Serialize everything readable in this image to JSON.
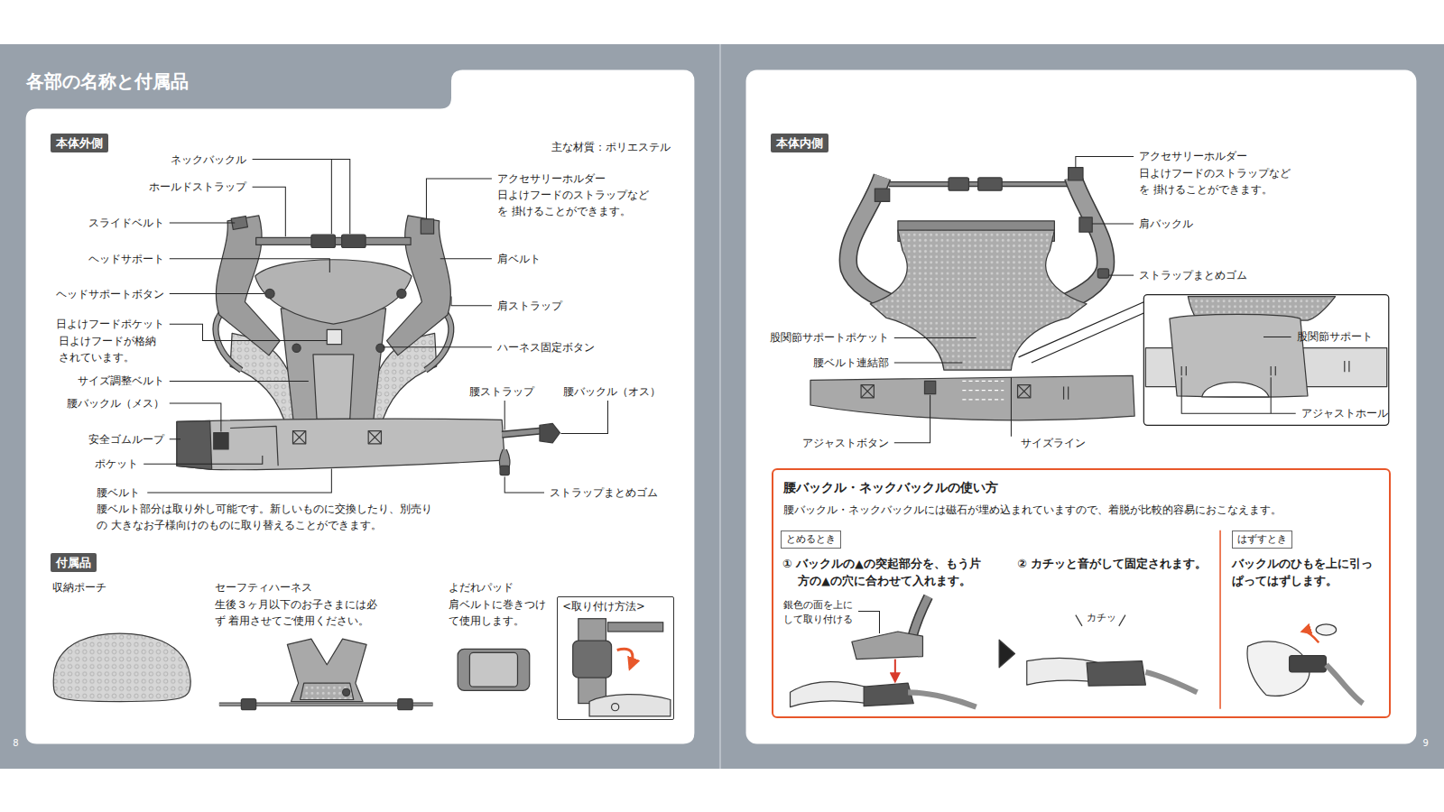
{
  "diagram": {
    "title": "各部の名称と付属品",
    "nodes": [
      {
        "text": [
          "本体外側"
        ]
      },
      {
        "text": [
          "付属品"
        ]
      },
      {
        "text": [
          "<取り付け方法>"
        ]
      },
      {
        "text": [
          "本体内側"
        ]
      },
      {
        "text": [
          "腰バックル・ネックバックルの使い方",
          "腰バックル・ネックバックルには磁石が埋め込まれていますので、着脱が比較的容易におこなえます。"
        ]
      },
      {
        "text": [
          "とめるとき"
        ],
        "in": 4
      },
      {
        "text": [
          "はずすとき"
        ],
        "in": 4
      }
    ],
    "labels": [
      "主な材質：ポリエステル",
      "ネックバックル",
      "ホールドストラップ",
      "スライドベルト",
      "ヘッドサポート",
      "ヘッドサポートボタン",
      "日よけフードポケット",
      "日よけフードが格納 されています。",
      "サイズ調整ベルト",
      "腰バックル（メス）",
      "安全ゴムループ",
      "ポケット",
      "腰ベルト",
      "腰ベルト部分は取り外し可能です。新しいものに交換したり、別売りの 大きなお子様向けのものに取り替えることができます。",
      "アクセサリーホルダー",
      "日よけフードのストラップなどを 掛けることができます。",
      "肩ベルト",
      "肩ストラップ",
      "ハーネス固定ボタン",
      "腰ストラップ",
      "腰バックル（オス）",
      "ストラップまとめゴム",
      "収納ポーチ",
      "セーフティハーネス",
      "生後３ヶ月以下のお子さまには必ず 着用させてご使用ください。",
      "よだれパッド",
      "肩ベルトに巻きつけ て使用します。",
      "8",
      "アクセサリーホルダー",
      "日よけフードのストラップなどを 掛けることができます。",
      "肩バックル",
      "ストラップまとめゴム",
      "股関節サポートポケット",
      "腰ベルト連結部",
      "股関節サポート",
      "アジャストホール",
      "アジャストボタン",
      "サイズライン",
      "① バックルの▲の突起部分を、もう片 方の▲の穴に合わせて入れます。",
      "② カチッと音がして固定されます。",
      "バックルのひもを上に引っ ぱってはずします。",
      "銀色の面を上に して取り付ける",
      "カチッ",
      "9"
    ]
  }
}
